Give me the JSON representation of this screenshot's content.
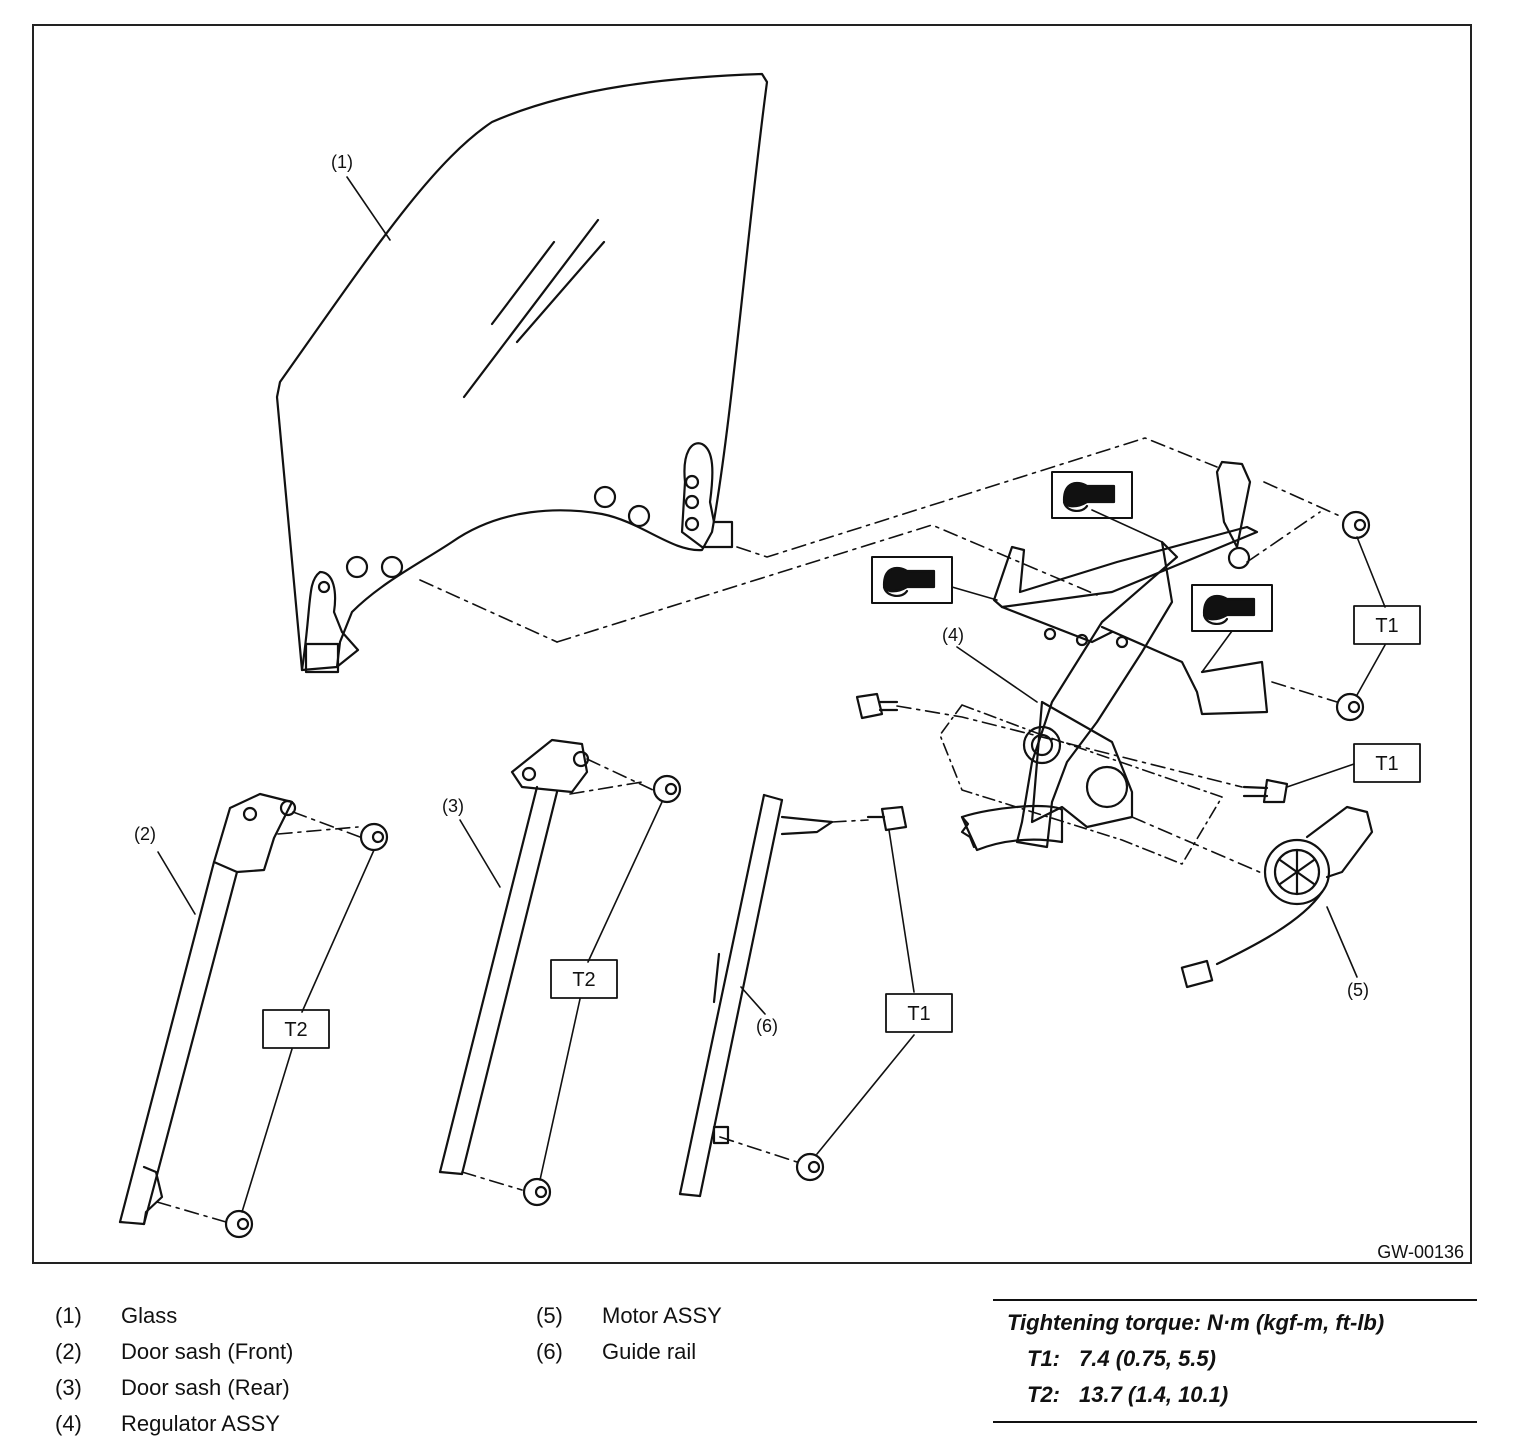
{
  "diagram": {
    "figure_id": "GW-00136",
    "callouts": {
      "c1": "(1)",
      "c2": "(2)",
      "c3": "(3)",
      "c4": "(4)",
      "c5": "(5)",
      "c6": "(6)"
    },
    "tags": {
      "t1": "T1",
      "t2": "T2"
    }
  },
  "legend": {
    "left": [
      {
        "num": "(1)",
        "label": "Glass"
      },
      {
        "num": "(2)",
        "label": "Door sash (Front)"
      },
      {
        "num": "(3)",
        "label": "Door sash (Rear)"
      },
      {
        "num": "(4)",
        "label": "Regulator ASSY"
      }
    ],
    "right": [
      {
        "num": "(5)",
        "label": "Motor ASSY"
      },
      {
        "num": "(6)",
        "label": "Guide rail"
      }
    ]
  },
  "torque": {
    "title": "Tightening torque: N·m (kgf-m, ft-lb)",
    "rows": [
      {
        "key": "T1:",
        "value": "7.4 (0.75, 5.5)"
      },
      {
        "key": "T2:",
        "value": "13.7 (1.4, 10.1)"
      }
    ]
  }
}
